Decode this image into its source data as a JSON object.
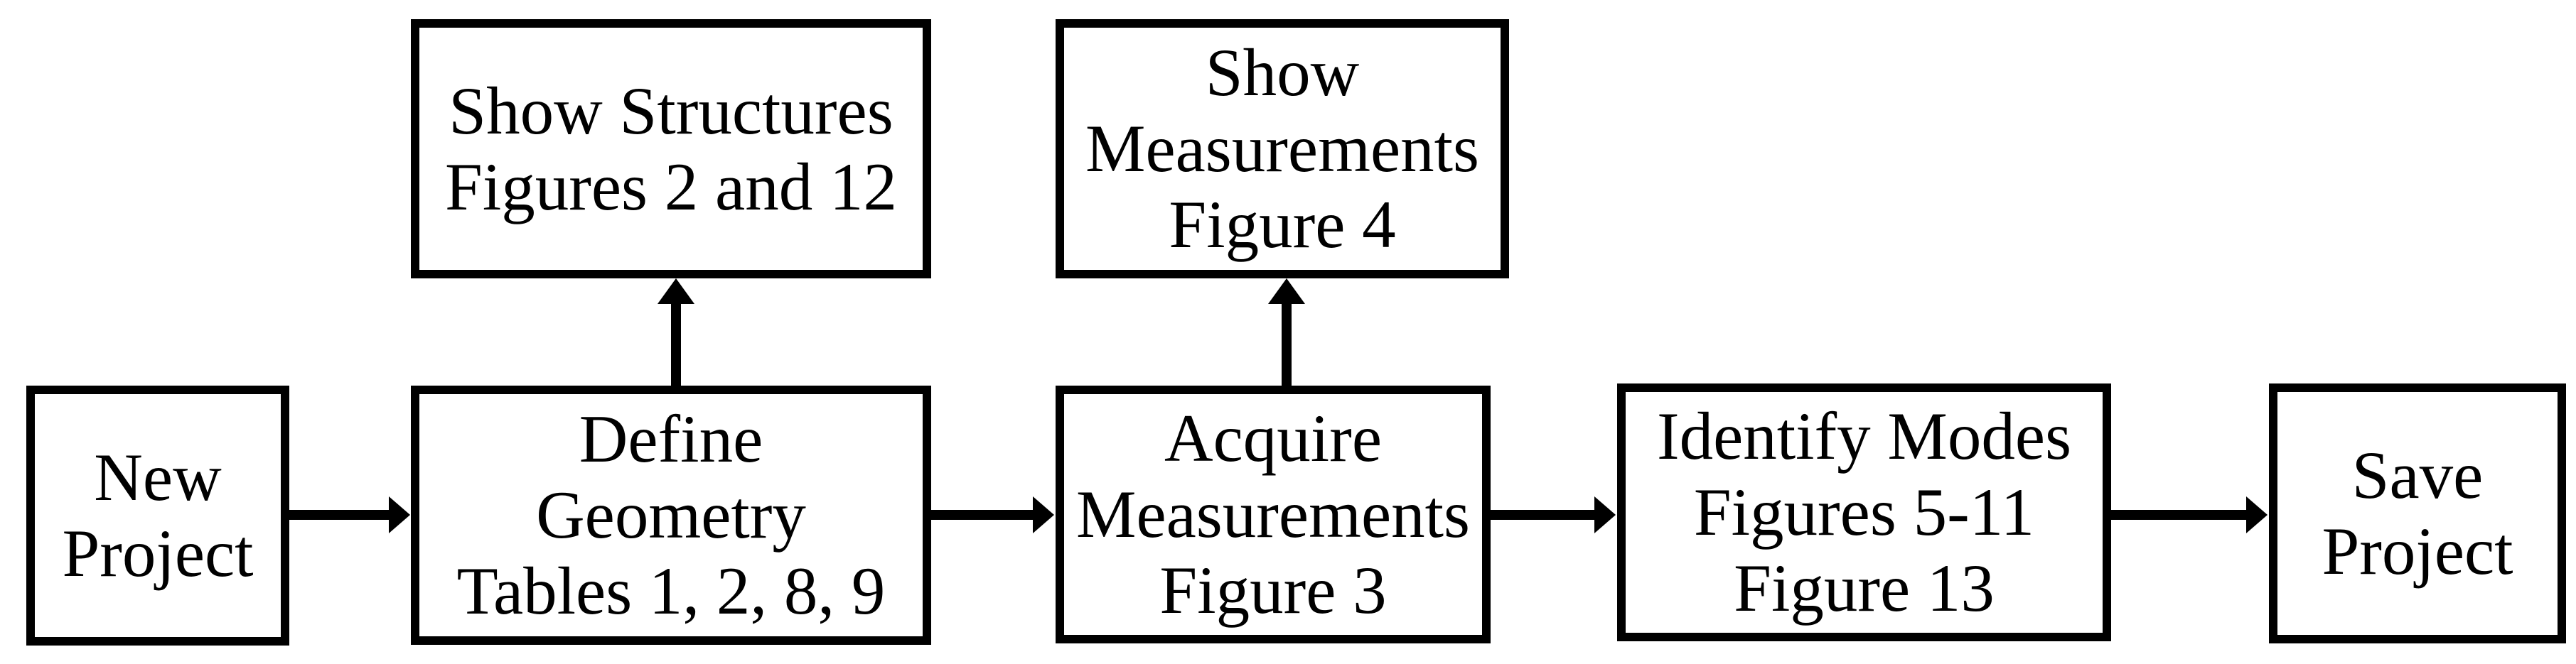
{
  "flowchart": {
    "description": "Workflow flowchart",
    "nodes": {
      "new_project": {
        "lines": [
          "New",
          "Project"
        ]
      },
      "define_geometry": {
        "lines": [
          "Define",
          "Geometry",
          "Tables 1, 2, 8, 9"
        ]
      },
      "show_structures": {
        "lines": [
          "Show Structures",
          "Figures 2 and 12"
        ]
      },
      "acquire_measurements": {
        "lines": [
          "Acquire",
          "Measurements",
          "Figure 3"
        ]
      },
      "show_measurements": {
        "lines": [
          "Show",
          "Measurements",
          "Figure 4"
        ]
      },
      "identify_modes": {
        "lines": [
          "Identify Modes",
          "Figures 5-11",
          "Figure 13"
        ]
      },
      "save_project": {
        "lines": [
          "Save",
          "Project"
        ]
      }
    },
    "edges": [
      {
        "from": "new_project",
        "to": "define_geometry",
        "direction": "right"
      },
      {
        "from": "define_geometry",
        "to": "show_structures",
        "direction": "up"
      },
      {
        "from": "define_geometry",
        "to": "acquire_measurements",
        "direction": "right"
      },
      {
        "from": "acquire_measurements",
        "to": "show_measurements",
        "direction": "up"
      },
      {
        "from": "acquire_measurements",
        "to": "identify_modes",
        "direction": "right"
      },
      {
        "from": "identify_modes",
        "to": "save_project",
        "direction": "right"
      }
    ],
    "colors": {
      "border": "#000000",
      "background": "#ffffff",
      "text": "#000000"
    }
  }
}
